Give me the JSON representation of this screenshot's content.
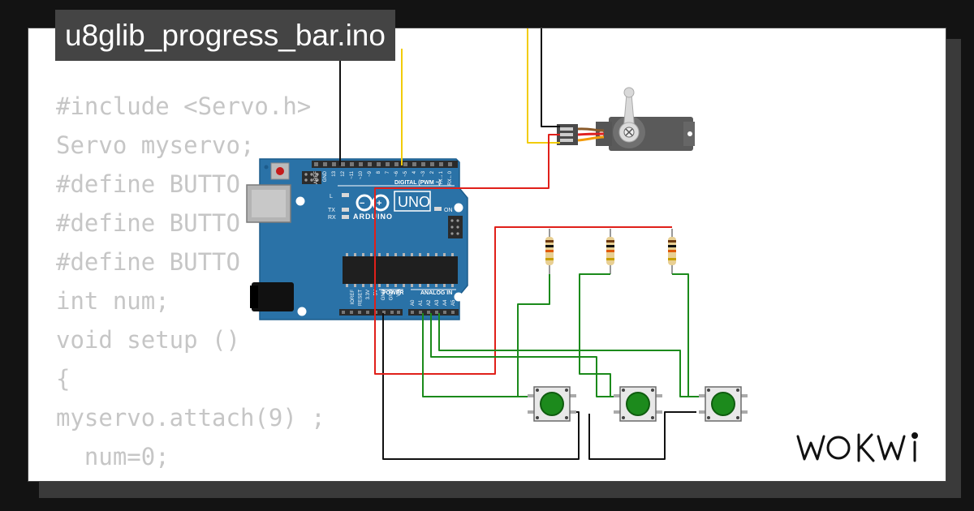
{
  "project": {
    "file_name": "u8glib_progress_bar.ino"
  },
  "code_lines": [
    "#include <Servo.h>",
    "Servo myservo;",
    "",
    "#define BUTTO",
    "#define BUTTO",
    "#define BUTTO",
    "int num;",
    "void setup ()",
    "{",
    "myservo.attach(9) ;",
    "  num=0;"
  ],
  "board": {
    "brand": "ARDUINO",
    "model": "UNO",
    "header_digital_label": "DIGITAL (PWM ~)",
    "header_power_label": "POWER",
    "header_analog_label": "ANALOG IN",
    "digital_pins": [
      "AREF",
      "GND",
      "13",
      "12",
      "~11",
      "~10",
      "~9",
      "8",
      "7",
      "~6",
      "~5",
      "4",
      "~3",
      "2",
      "TX→1",
      "RX←0"
    ],
    "power_pins": [
      "IOREF",
      "RESET",
      "3.3V",
      "5V",
      "GND",
      "GND",
      "Vin"
    ],
    "analog_pins": [
      "A0",
      "A1",
      "A2",
      "A3",
      "A4",
      "A5"
    ],
    "led_labels": {
      "l": "L",
      "tx": "TX",
      "rx": "RX",
      "on": "ON"
    }
  },
  "brand": {
    "logo_text": "WOKWi"
  },
  "colors": {
    "wire_red": "#e0201a",
    "wire_green": "#1b8a1b",
    "wire_black": "#111111",
    "wire_yellow": "#f2cc0a",
    "board_blue": "#2a72a7",
    "button_green": "#1c8a1c"
  }
}
